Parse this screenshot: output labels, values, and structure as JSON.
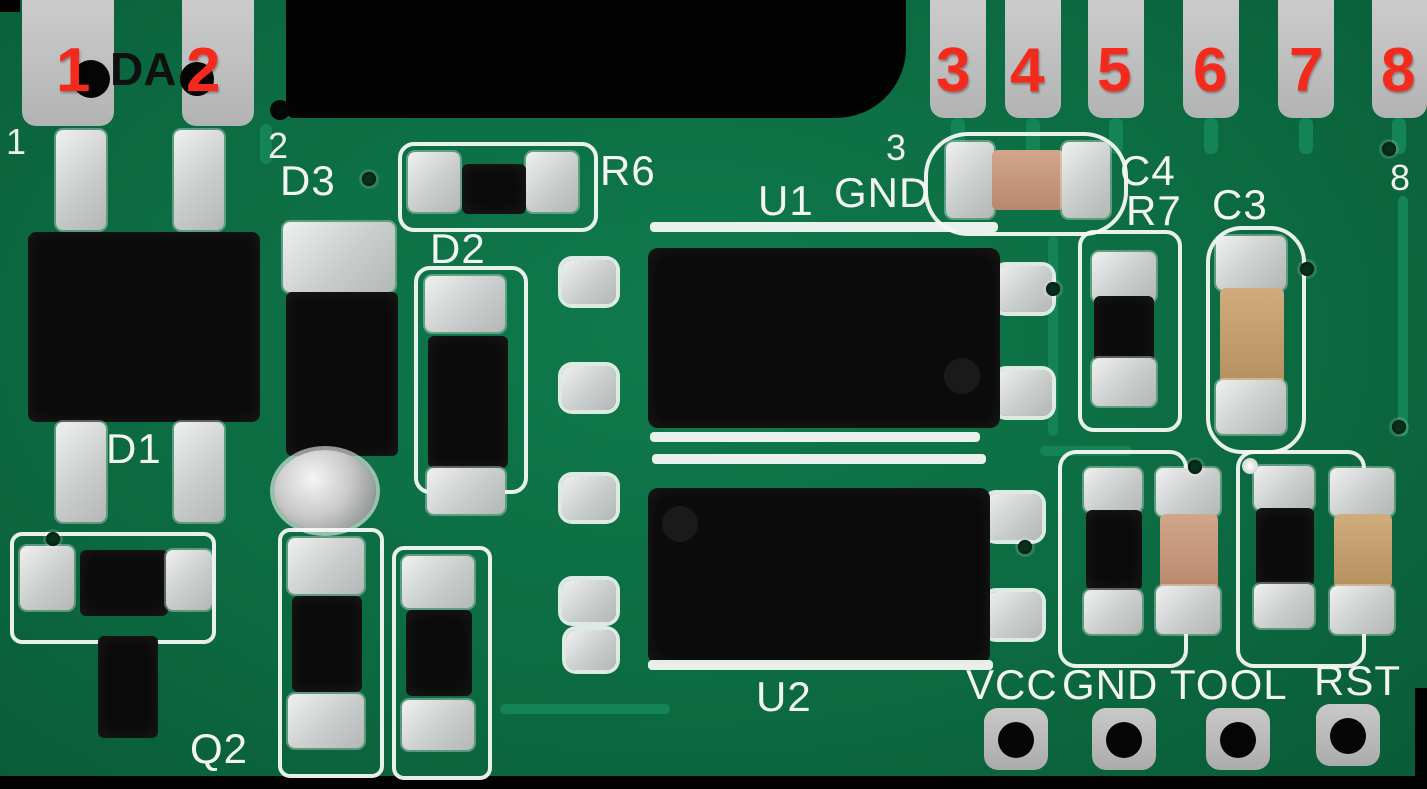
{
  "annotations": {
    "pin_labels_top_left": [
      "1",
      "2"
    ],
    "pin_labels_top_right": [
      "3",
      "4",
      "5",
      "6",
      "7",
      "8"
    ],
    "da_label": "DA"
  },
  "silkscreen": {
    "corner_pin_numbers": {
      "pin1": "1",
      "pin2": "2",
      "pin3": "3",
      "pin8": "8"
    },
    "top_gnd_label": "GND",
    "component_refs": {
      "u1": "U1",
      "u2": "U2",
      "d1": "D1",
      "d2": "D2",
      "d3": "D3",
      "r6": "R6",
      "r7": "R7",
      "c3": "C3",
      "c4": "C4",
      "q2": "Q2"
    },
    "bottom_pad_labels": [
      "VCC",
      "GND",
      "TOOL",
      "RST"
    ]
  },
  "colors": {
    "board_green": "#0c6b42",
    "trace_green": "#148355",
    "pad_silver": "#cfd3d2",
    "edge_pad_gray": "#bdbdbd",
    "silkscreen_white": "#f2f5f2",
    "annotation_red": "#f42a1d",
    "component_black": "#0b0b0b",
    "capacitor_tan": "#c79e87"
  }
}
